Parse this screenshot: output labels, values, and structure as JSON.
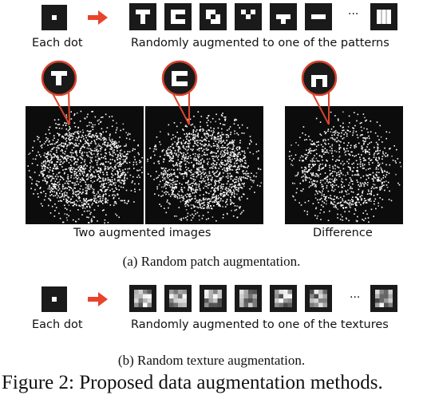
{
  "row1": {
    "each_dot_label": "Each dot",
    "augment_label": "Randomly augmented to one of the patterns",
    "ellipsis": "..."
  },
  "images": {
    "two_augmented_label": "Two augmented images",
    "difference_label": "Difference"
  },
  "caption_a": "(a) Random patch augmentation.",
  "row2": {
    "each_dot_label": "Each dot",
    "augment_label": "Randomly augmented to one of the textures",
    "ellipsis": "..."
  },
  "caption_b": "(b) Random texture augmentation.",
  "figure_caption": "Figure 2: Proposed data augmentation methods.",
  "colors": {
    "arrow": "#e8442c",
    "callout": "#d9432b",
    "tile": "#1a1a1a"
  },
  "icons": [
    "single-dot-pattern-icon",
    "right-arrow-icon",
    "patch-pattern-icon",
    "texture-pattern-icon",
    "zoom-callout-icon"
  ]
}
